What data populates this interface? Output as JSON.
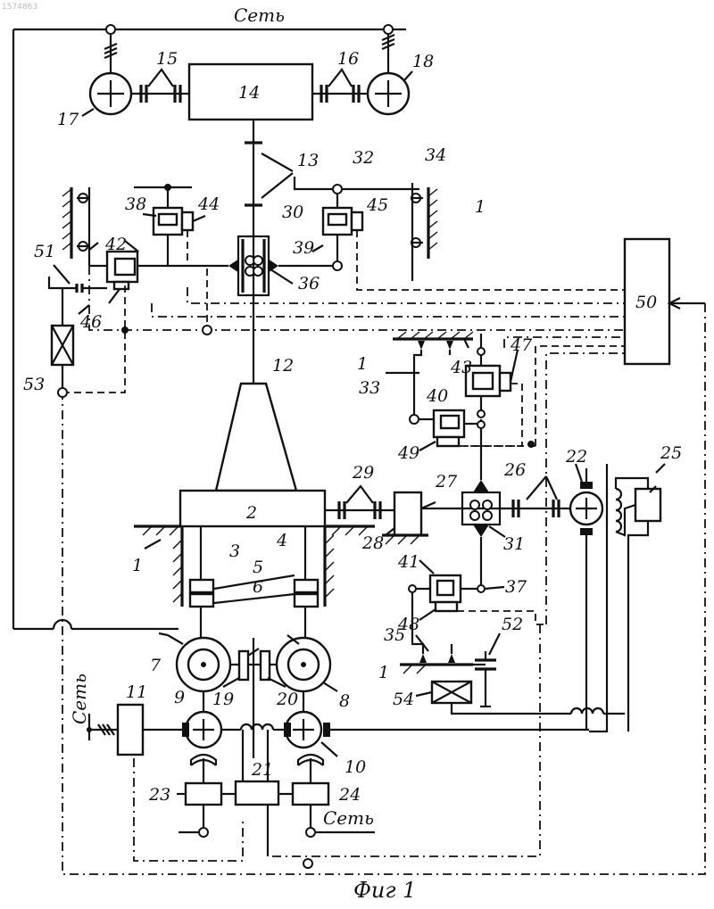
{
  "stamp": "1574863",
  "caption": "Фиг 1",
  "net_labels": {
    "top": "Сеть",
    "left": "Сеть",
    "bottom": "Сеть"
  },
  "labels": {
    "n1a": "1",
    "n1b": "1",
    "n1c": "1",
    "n1d": "1",
    "n2": "2",
    "n3": "3",
    "n4": "4",
    "n5": "5",
    "n6": "6",
    "n7": "7",
    "n8": "8",
    "n9": "9",
    "n10": "10",
    "n11": "11",
    "n12": "12",
    "n13": "13",
    "n14": "14",
    "n15": "15",
    "n16": "16",
    "n17": "17",
    "n18": "18",
    "n19": "19",
    "n20": "20",
    "n21": "21",
    "n22": "22",
    "n23": "23",
    "n24": "24",
    "n25": "25",
    "n26": "26",
    "n27": "27",
    "n28": "28",
    "n29": "29",
    "n30": "30",
    "n31": "31",
    "n32": "32",
    "n33": "33",
    "n34": "34",
    "n35": "35",
    "n36": "36",
    "n37": "37",
    "n38": "38",
    "n39": "39",
    "n40": "40",
    "n41": "41",
    "n42": "42",
    "n43": "43",
    "n44": "44",
    "n45": "45",
    "n46": "46",
    "n47": "47",
    "n48": "48",
    "n49": "49",
    "n50": "50",
    "n51": "51",
    "n52": "52",
    "n53": "53",
    "n54": "54"
  }
}
